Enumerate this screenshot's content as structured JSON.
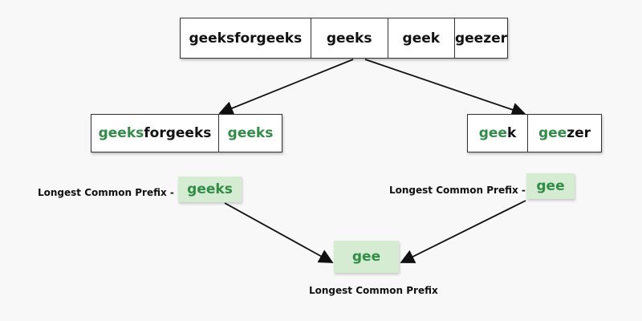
{
  "top_array": [
    "geeksforgeeks",
    "geeks",
    "geek",
    "geezer"
  ],
  "left_array": [
    {
      "prefix": "geeks",
      "rest": "forgeeks"
    },
    {
      "prefix": "geeks",
      "rest": ""
    }
  ],
  "right_array": [
    {
      "prefix": "gee",
      "rest": "k"
    },
    {
      "prefix": "gee",
      "rest": "zer"
    }
  ],
  "left_result": {
    "label": "Longest Common Prefix -",
    "value": "geeks"
  },
  "right_result": {
    "label": "Longest Common Prefix -",
    "value": "gee"
  },
  "final_result": {
    "label": "Longest Common Prefix",
    "value": "gee"
  },
  "colors": {
    "accent": "#2f8d46",
    "highlight": "#d5ecd2"
  }
}
